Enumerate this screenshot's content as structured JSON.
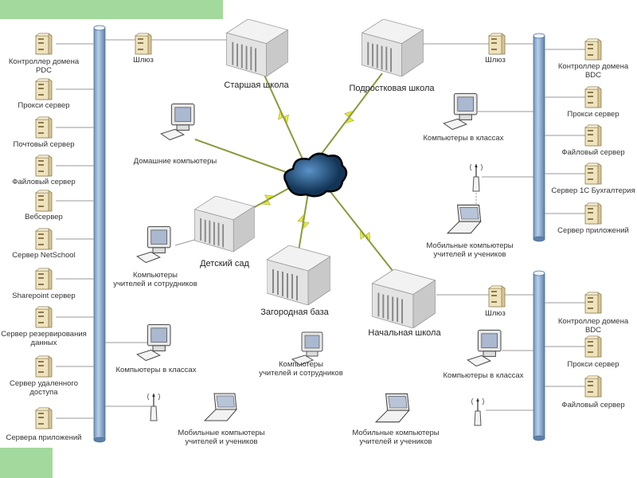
{
  "colors": {
    "accent_green": "#a3d99c",
    "bus": "#8fb2d8",
    "lightning": "#eef03a",
    "link": "#8a9a3a",
    "cloud": "#2f5f8f"
  },
  "left_bus": {
    "servers": [
      {
        "label": "Контроллер домена\nPDC",
        "icon": "server-keyboard-icon"
      },
      {
        "label": "Прокси сервер",
        "icon": "server-icon"
      },
      {
        "label": "Почтовый сервер",
        "icon": "server-mail-icon"
      },
      {
        "label": "Файловый сервер",
        "icon": "server-file-icon"
      },
      {
        "label": "Вебсервер",
        "icon": "server-web-icon"
      },
      {
        "label": "Сервер NetSchool",
        "icon": "server-icon"
      },
      {
        "label": "Sharepoint сервер",
        "icon": "server-icon"
      },
      {
        "label": "Сервер резервирования\nданных",
        "icon": "server-icon"
      },
      {
        "label": "Сервер удаленного\nдоступа",
        "icon": "server-lock-icon"
      },
      {
        "label": "Сервера приложений",
        "icon": "server-rack-icon"
      }
    ],
    "gateway": "Шлюз",
    "class_computers": "Компьютеры в классах",
    "mobile": "Мобильные компьютеры\nучителей и учеников"
  },
  "sites": {
    "senior_school": "Старшая школа",
    "teen_school": "Подростковая школа",
    "kindergarten": "Детский сад",
    "country_base": "Загородная база",
    "primary_school": "Начальная школа"
  },
  "home_computers": "Домашние компьютеры",
  "kindergarten_pcs": "Компьютеры\nучителей и сотрудников",
  "country_base_pcs": "Компьютеры\nучителей и сотрудников",
  "right_top_bus": {
    "gateway": "Шлюз",
    "class_computers": "Компьютеры в классах",
    "mobile": "Мобильные компьютеры\nучителей и учеников",
    "servers": [
      {
        "label": "Контроллер домена\nBDC",
        "icon": "server-keyboard-icon"
      },
      {
        "label": "Прокси сервер",
        "icon": "server-icon"
      },
      {
        "label": "Файловый сервер",
        "icon": "server-file-icon"
      },
      {
        "label": "Сервер 1С Бухгалтерия",
        "icon": "server-icon"
      },
      {
        "label": "Сервер приложений",
        "icon": "server-rack-icon"
      }
    ]
  },
  "right_bottom_bus": {
    "gateway": "Шлюз",
    "class_computers": "Компьютеры в классах",
    "mobile": "Мобильные компьютеры\nучителей и учеников",
    "servers": [
      {
        "label": "Контроллер домена\nBDC",
        "icon": "server-keyboard-icon"
      },
      {
        "label": "Прокси сервер",
        "icon": "server-icon"
      },
      {
        "label": "Файловый сервер",
        "icon": "server-file-icon"
      }
    ]
  }
}
